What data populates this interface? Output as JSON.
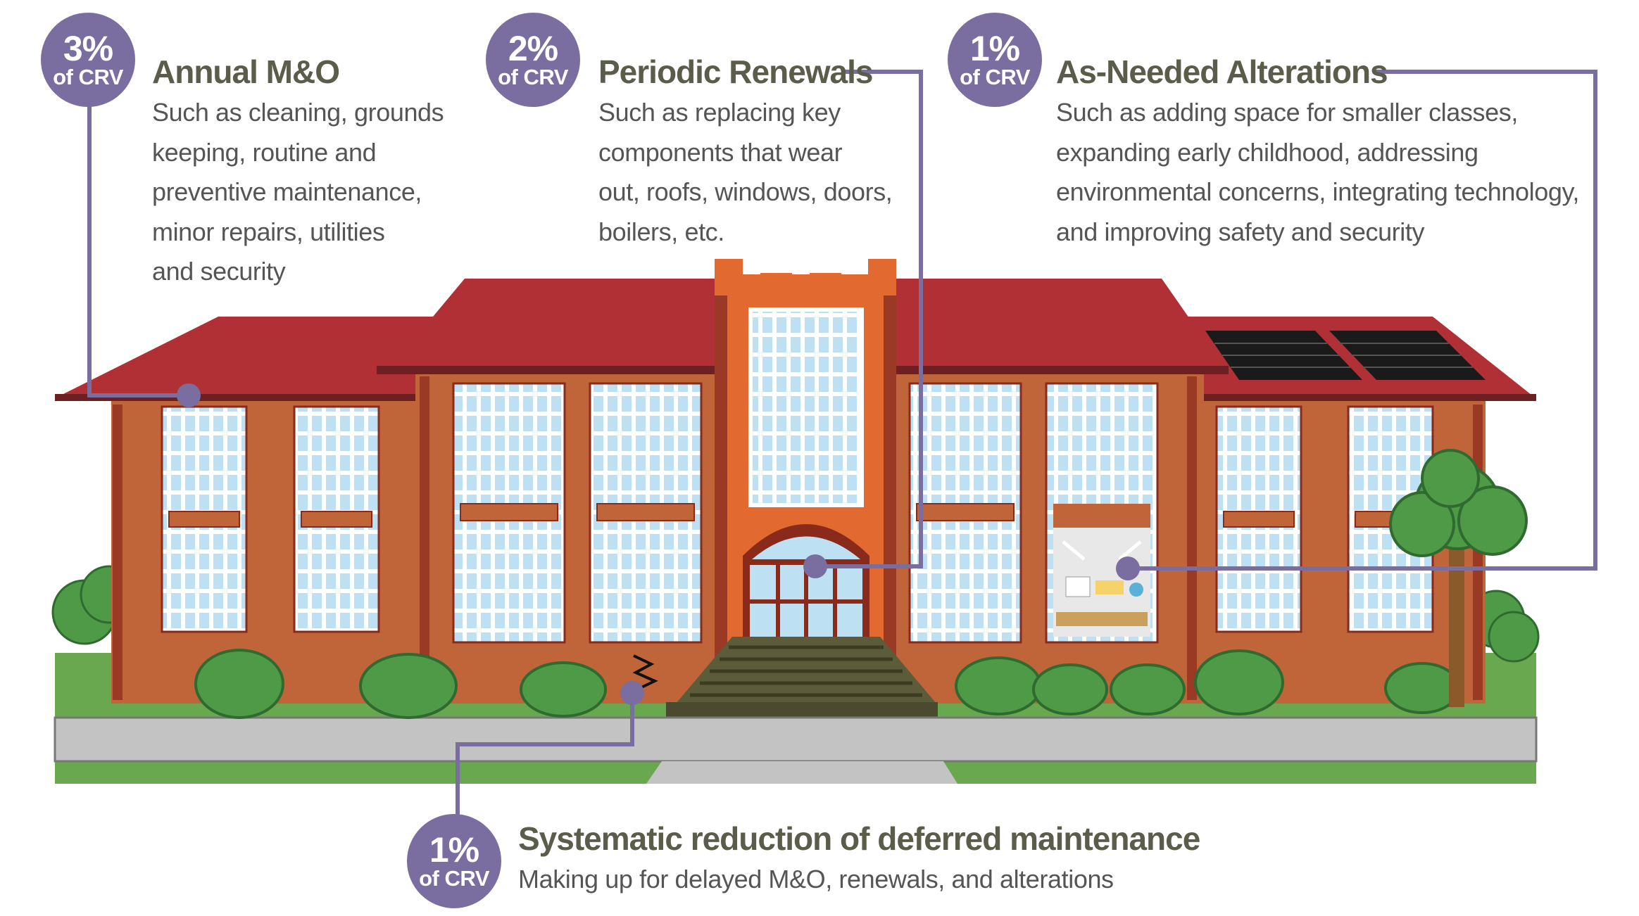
{
  "callouts": [
    {
      "id": "annual",
      "pct": "3%",
      "unit": "of CRV",
      "title": "Annual M&O",
      "lines": [
        "Such as cleaning, grounds",
        "keeping, routine and",
        "preventive maintenance,",
        "minor repairs, utilities",
        "and security"
      ]
    },
    {
      "id": "periodic",
      "pct": "2%",
      "unit": "of CRV",
      "title": "Periodic Renewals",
      "lines": [
        "Such as replacing key",
        "components that wear",
        "out, roofs, windows, doors,",
        "boilers, etc."
      ]
    },
    {
      "id": "alterations",
      "pct": "1%",
      "unit": "of CRV",
      "title": "As-Needed Alterations",
      "lines": [
        "Such as adding space for smaller classes,",
        "expanding early childhood, addressing",
        "environmental concerns, integrating technology,",
        "and improving safety and security"
      ]
    },
    {
      "id": "deferred",
      "pct": "1%",
      "unit": "of CRV",
      "title": "Systematic reduction of deferred maintenance",
      "lines": [
        "Making up for delayed M&O, renewals, and alterations"
      ]
    }
  ],
  "colors": {
    "accent": "#7a6da0",
    "roof": "#b03035",
    "brick": "#c0643a",
    "trim": "#9a3a25",
    "tower": "#e26a30",
    "window": "#bde0f3",
    "grass": "#6aa84f",
    "sidewalk": "#c3c3c3",
    "bush": "#4f9a47",
    "heading": "#5c5c4a",
    "body_text": "#555555"
  }
}
